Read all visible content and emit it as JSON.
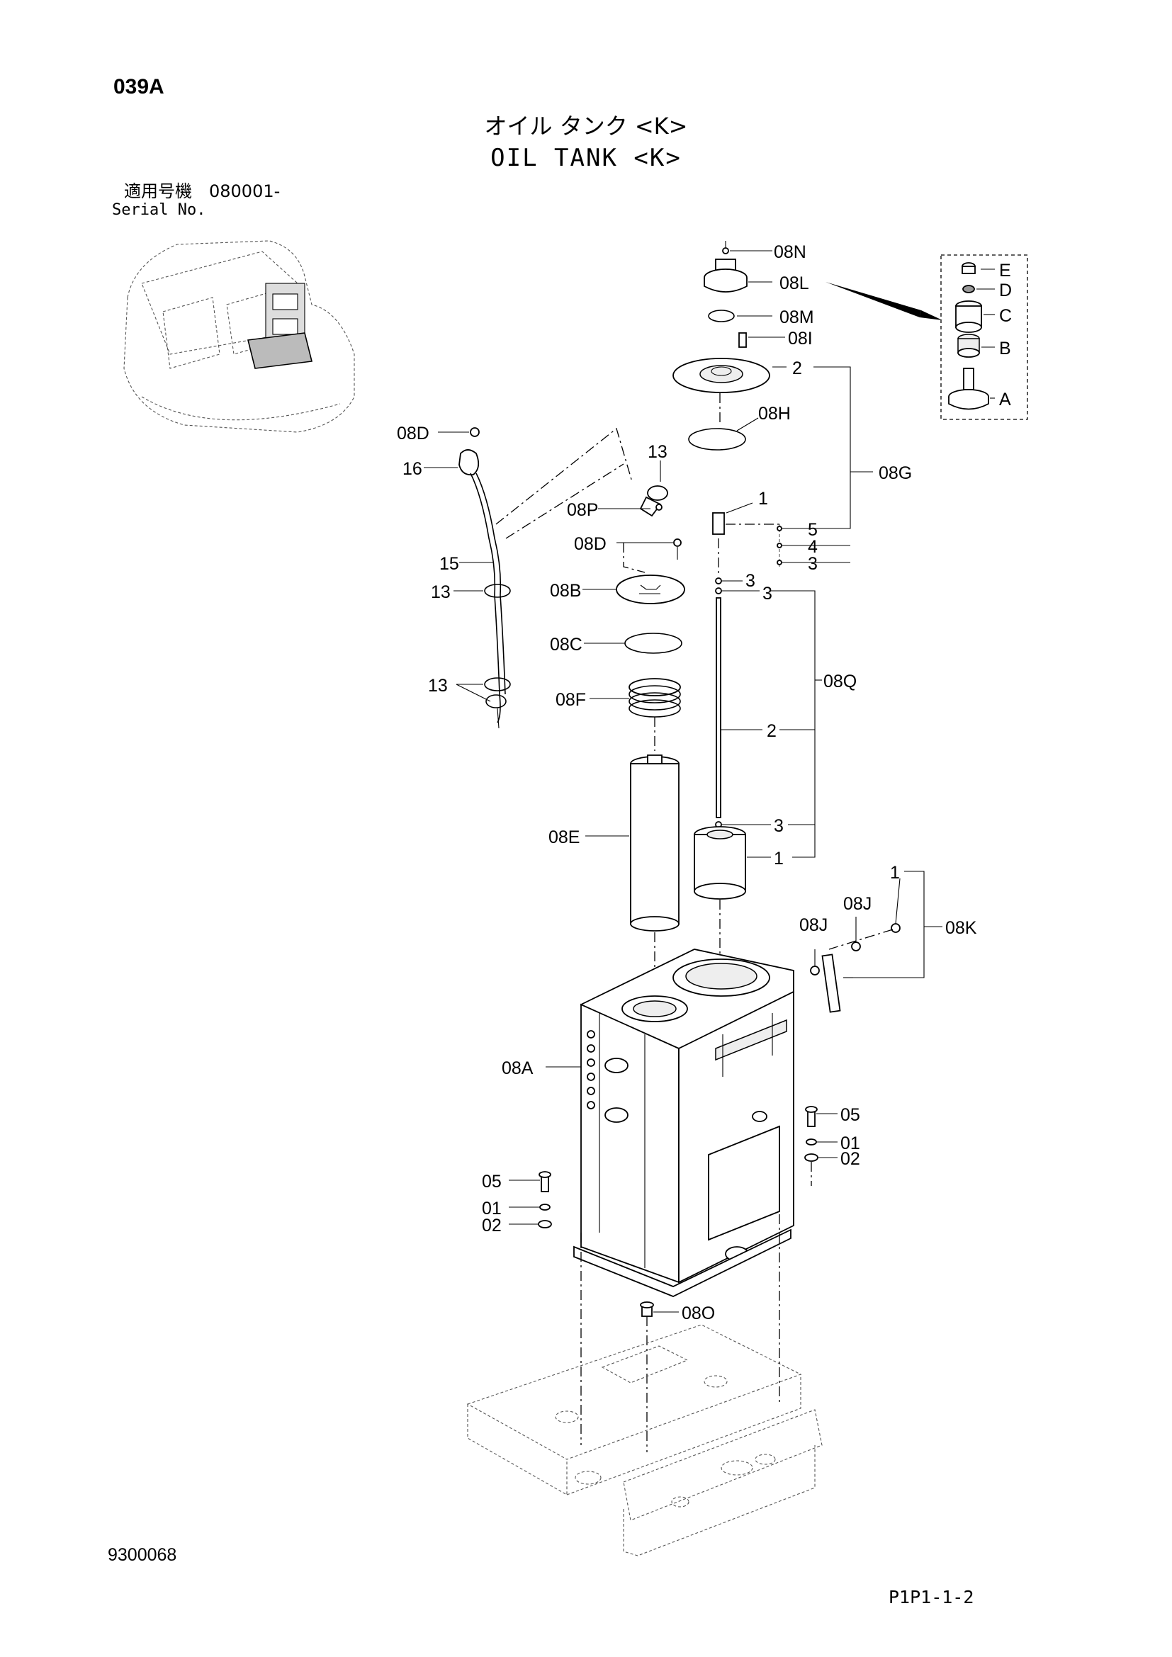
{
  "header": {
    "page_code": "039A",
    "title_jp": "オイル タンク <K>",
    "title_en": "OIL TANK <K>",
    "serial_jp": "適用号機　080001-",
    "serial_en": "Serial No."
  },
  "footer": {
    "left_code": "9300068",
    "right_code": "P1P1-1-2"
  },
  "callouts": {
    "c_08N": "08N",
    "c_08L": "08L",
    "c_08M": "08M",
    "c_08I": "08I",
    "c_2_top": "2",
    "c_08H": "08H",
    "c_08G": "08G",
    "c_1_top": "1",
    "c_5": "5",
    "c_4": "4",
    "c_3_a": "3",
    "c_3_b": "3",
    "c_3_c": "3",
    "c_08Q": "08Q",
    "c_2_mid": "2",
    "c_3_d": "3",
    "c_1_mid": "1",
    "c_08D_a": "08D",
    "c_16": "16",
    "c_13_a": "13",
    "c_08P": "08P",
    "c_08D_b": "08D",
    "c_15": "15",
    "c_08B": "08B",
    "c_13_b": "13",
    "c_08C": "08C",
    "c_13_c": "13",
    "c_08F": "08F",
    "c_08E": "08E",
    "c_1_k": "1",
    "c_08J_a": "08J",
    "c_08J_b": "08J",
    "c_08K": "08K",
    "c_08A": "08A",
    "c_05_r": "05",
    "c_01_r": "01",
    "c_02_r": "02",
    "c_05_l": "05",
    "c_01_l": "01",
    "c_02_l": "02",
    "c_08O": "08O",
    "c_E": "E",
    "c_D": "D",
    "c_C": "C",
    "c_B": "B",
    "c_A": "A"
  }
}
